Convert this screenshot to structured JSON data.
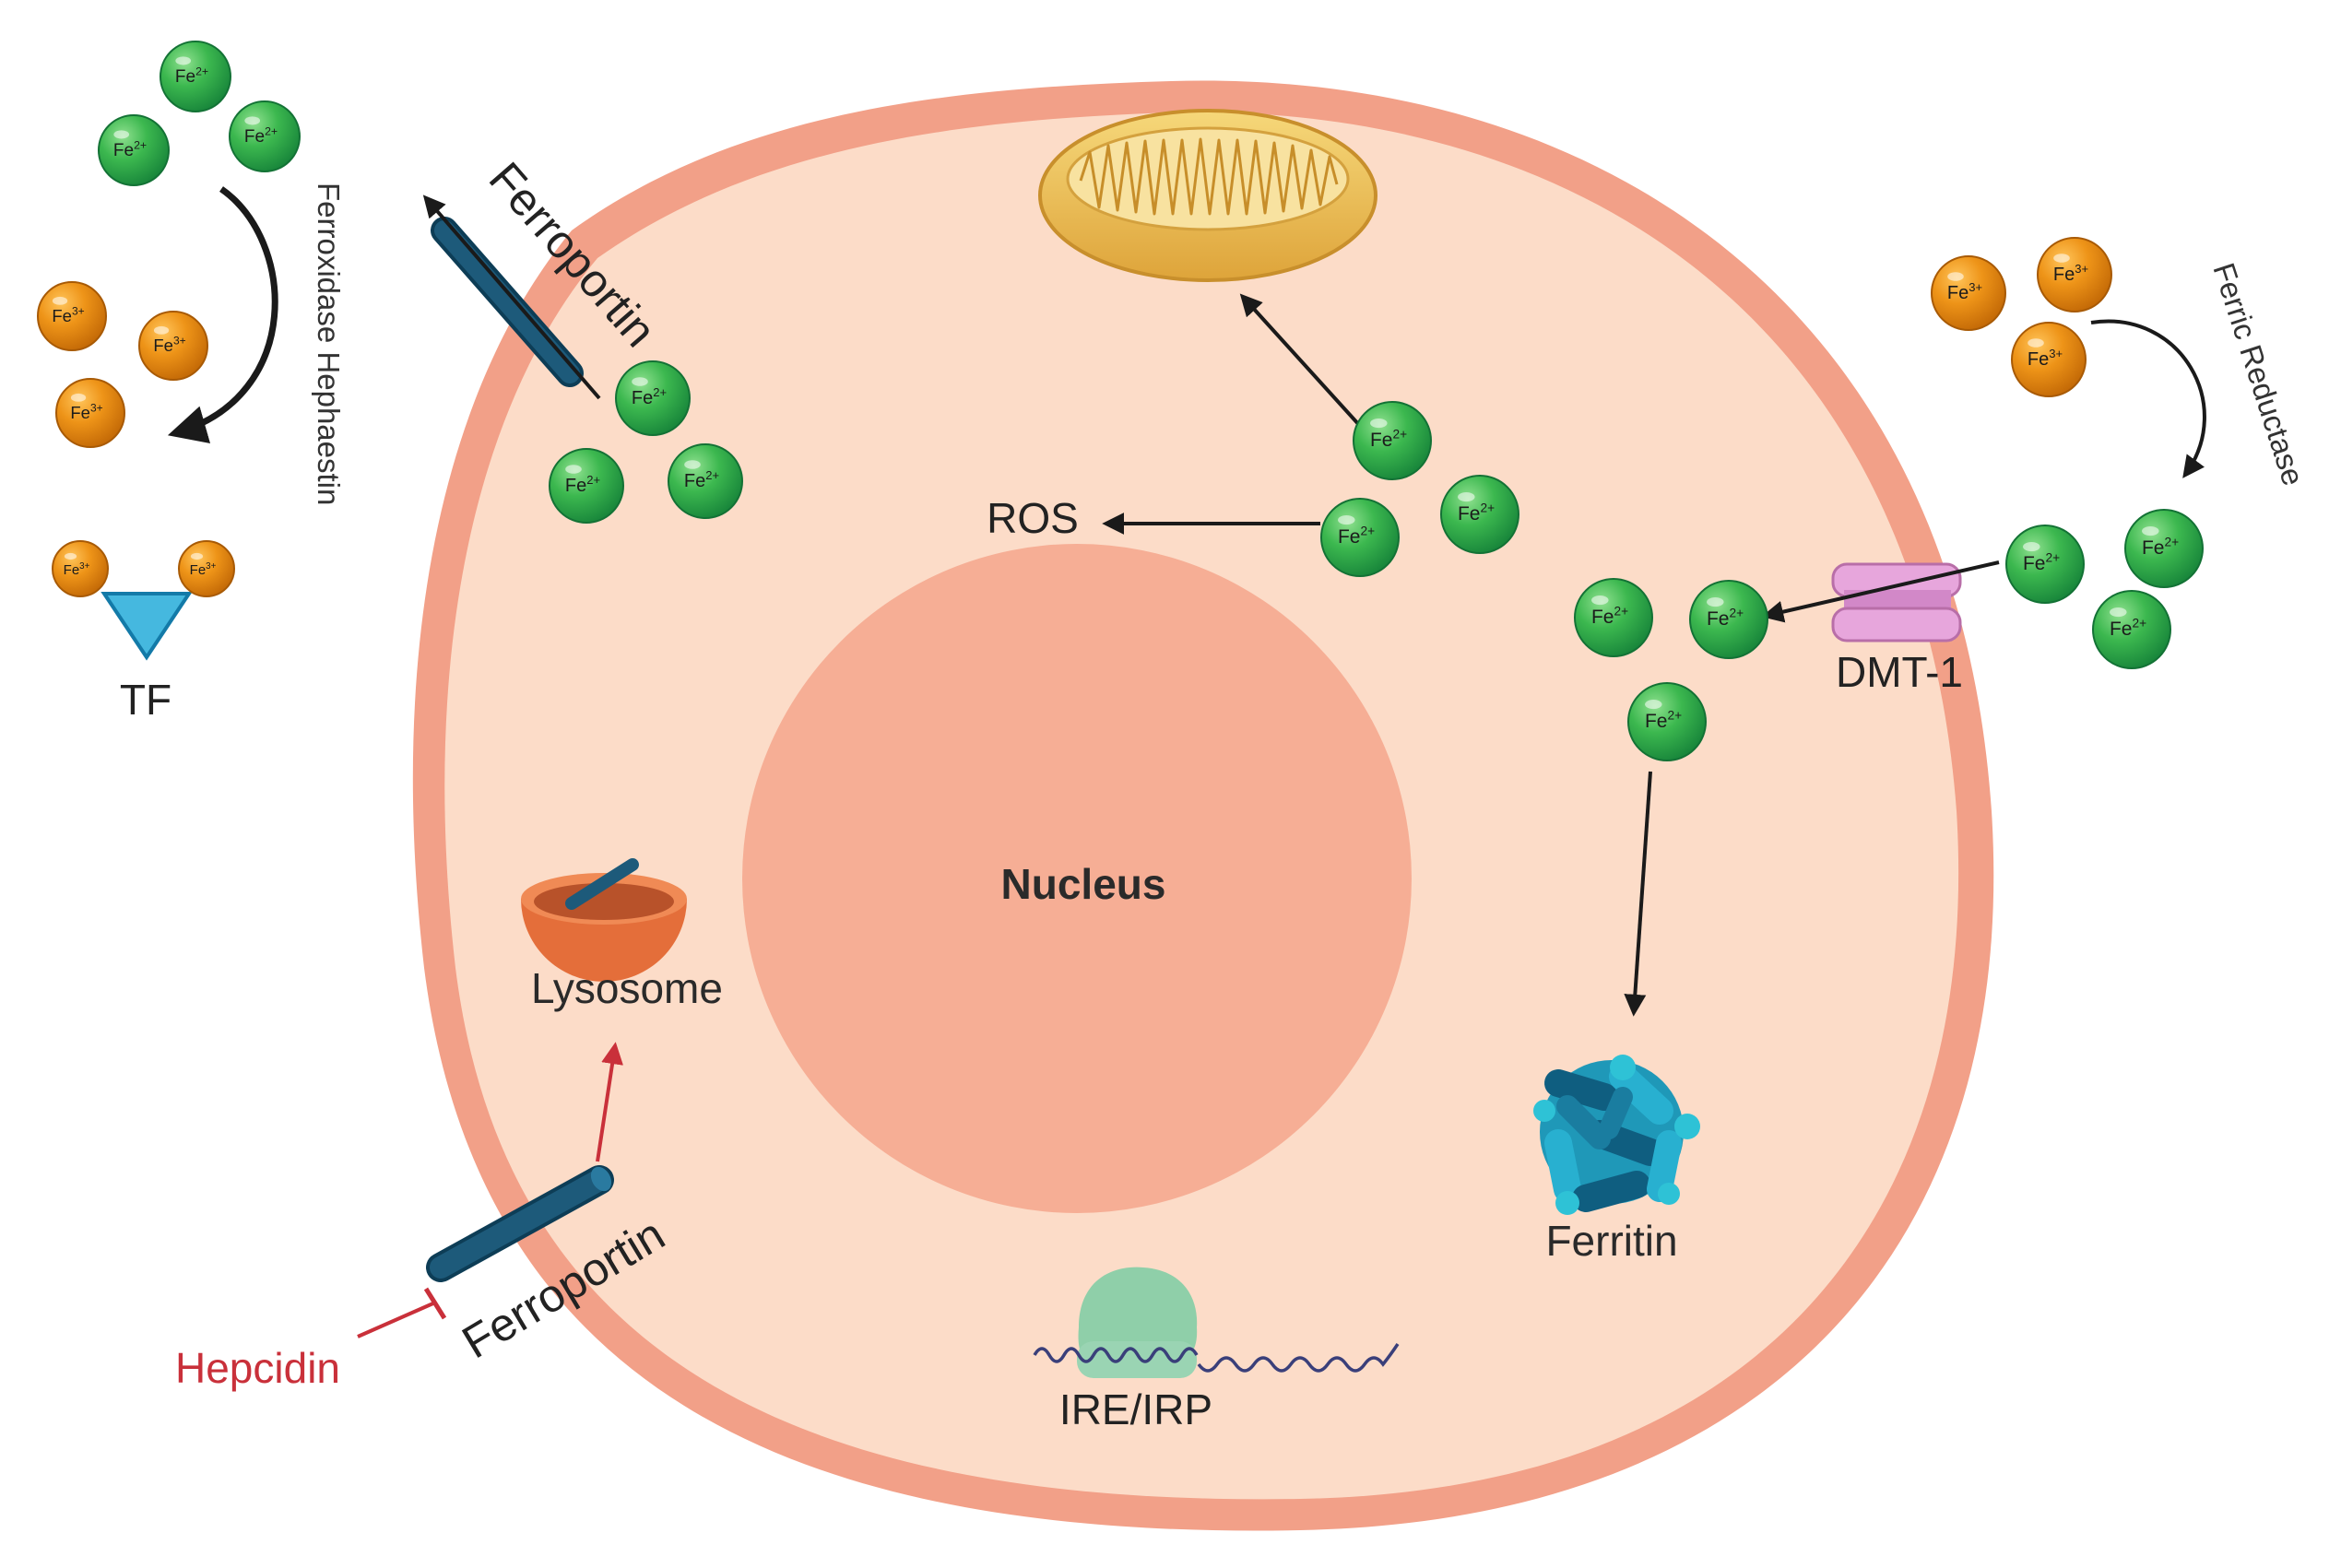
{
  "labels": {
    "ferroportin_top": "Ferroportin",
    "ferroportin_bottom": "Ferroportin",
    "ferroxidase": "Ferroxidase Hephaestin",
    "ferric_reductase": "Ferric Reductase",
    "tf": "TF",
    "ros": "ROS",
    "nucleus": "Nucleus",
    "lysosome": "Lysosome",
    "ferritin": "Ferritin",
    "dmt1": "DMT-1",
    "hepcidin": "Hepcidin",
    "ire_irp": "IRE/IRP"
  },
  "ions": {
    "ferrous": {
      "symbol": "Fe",
      "charge": "2+"
    },
    "ferric": {
      "symbol": "Fe",
      "charge": "3+"
    }
  },
  "colors": {
    "cell_membrane": "#f2a088",
    "cytoplasm": "#fcdcc8",
    "nucleus": "#f6ae95",
    "ferrous_ion": "#2eaa4a",
    "ferric_ion": "#e88a12",
    "ferroportin": "#1d5a7a",
    "hepcidin": "#c9303a",
    "dmt1": "#e7a6dc",
    "ferritin": "#1a7da0",
    "mitochondrion": "#e9b845",
    "lysosome": "#e46e3a",
    "ire_irp": "#8fcfa9",
    "transferrin": "#45b8df"
  }
}
